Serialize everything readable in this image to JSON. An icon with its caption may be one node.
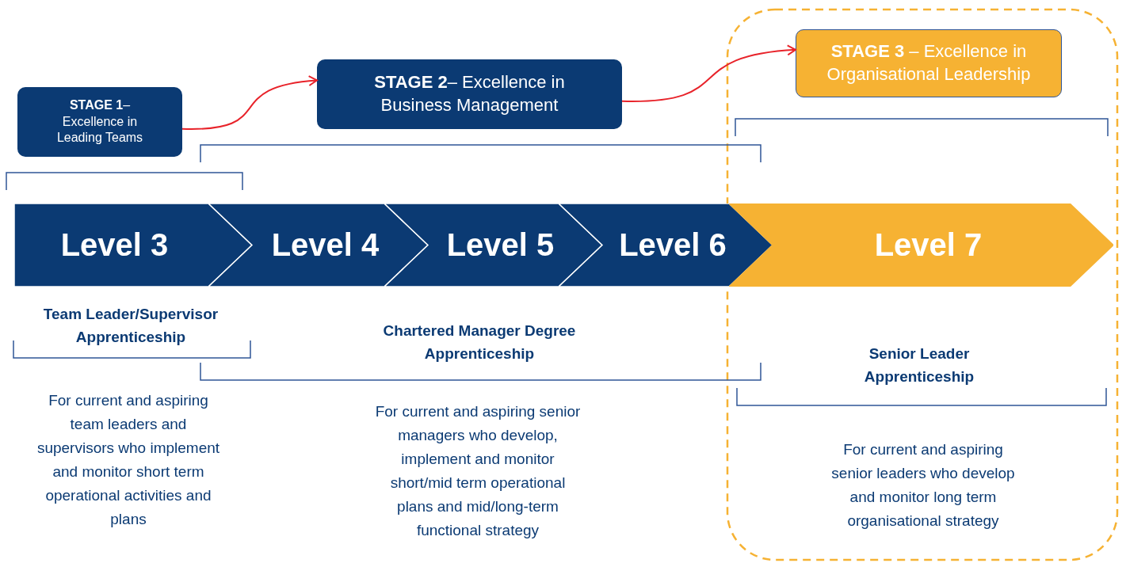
{
  "diagram": {
    "nodes": [
      {
        "text": [
          "**STAGE 1**– Excellence in Leading Teams"
        ]
      },
      {
        "text": [
          "**STAGE 2**– Excellence in Business Management"
        ]
      },
      {
        "text": [
          "**STAGE 3** – Excellence in Organisational  Leadership"
        ]
      },
      {
        "text": [
          "Level 3"
        ]
      },
      {
        "text": [
          "Level 4"
        ]
      },
      {
        "text": [
          "Level 5"
        ]
      },
      {
        "text": [
          "Level 6"
        ]
      },
      {
        "text": [
          "Level 7"
        ]
      }
    ],
    "edges": [
      {
        "from": 0,
        "to": 1,
        "arrow": "to"
      },
      {
        "from": 1,
        "to": 2,
        "arrow": "to"
      }
    ],
    "labels": [
      "Team Leader/Supervisor Apprenticeship",
      "Chartered Manager Degree Apprenticeship",
      "Senior Leader Apprenticeship",
      "For current and aspiring team leaders and supervisors who implement and monitor short term operational activities and plans",
      "For current and aspiring senior managers who develop, implement and monitor short/mid term operational plans and mid/long-term functional strategy",
      "For current and aspiring senior leaders who develop and monitor long term organisational strategy"
    ]
  }
}
